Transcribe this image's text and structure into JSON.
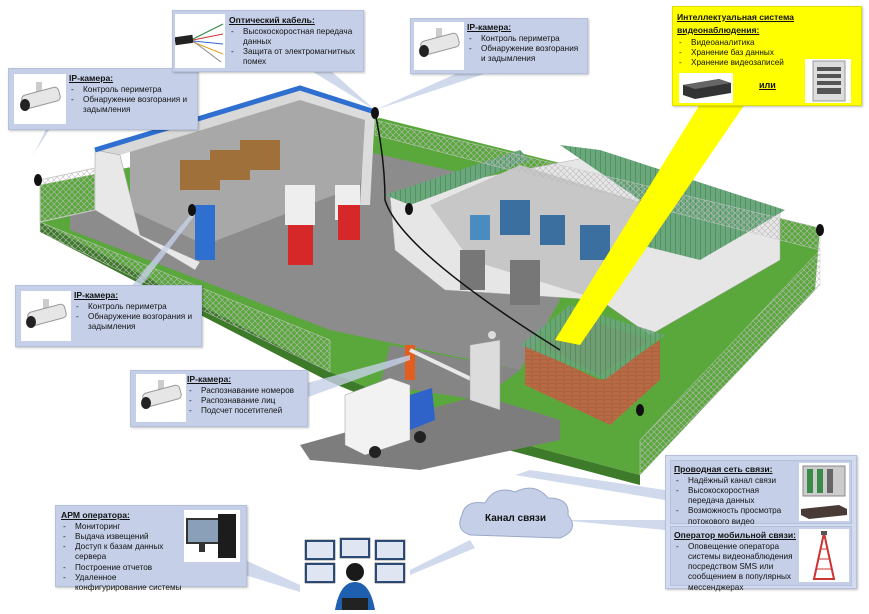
{
  "callouts": {
    "camera_top_left": {
      "title": "IP-камера:",
      "items": [
        "Контроль периметра",
        "Обнаружение возгорания и задымления"
      ],
      "icon": "ip-camera-icon"
    },
    "optical_cable": {
      "title": "Оптический кабель:",
      "items": [
        "Высокоскоростная передача данных",
        "Защита от электромагнитных помех"
      ],
      "icon": "fiber-cable-icon"
    },
    "camera_top_right": {
      "title": "IP-камера:",
      "items": [
        "Контроль периметра",
        "Обнаружение возгорания и задымления"
      ],
      "icon": "ip-camera-icon"
    },
    "intelligent_system": {
      "title": "Интеллектуальная система видеонаблюдения:",
      "items": [
        "Видеоаналитика",
        "Хранение баз данных",
        "Хранение видеозаписей"
      ],
      "or_label": "или",
      "icon": "server-icon"
    },
    "camera_mid_left": {
      "title": "IP-камера:",
      "items": [
        "Контроль периметра",
        "Обнаружение возгорания и задымления"
      ],
      "icon": "ip-camera-icon"
    },
    "camera_gate": {
      "title": "IP-камера:",
      "items": [
        "Распознавание номеров",
        "Распознавание лиц",
        "Подсчет посетителей"
      ],
      "icon": "ip-camera-icon"
    },
    "wired_network": {
      "title": "Проводная сеть связи:",
      "items": [
        "Надёжный канал связи",
        "Высокоскоростная передача данных",
        "Возможность просмотра потокового видео"
      ],
      "icon": "network-equipment-icon"
    },
    "mobile_operator": {
      "title": "Оператор мобильной связи:",
      "items": [
        "Оповещение оператора системы видеонаблюдения посредством SMS или сообщением в популярных мессенджерах"
      ],
      "icon": "cell-tower-icon"
    },
    "operator_workstation": {
      "title": "АРМ оператора:",
      "items": [
        "Мониторинг",
        "Выдача извещений",
        "Доступ к базам данных сервера",
        "Построение отчетов",
        "Удаленное конфигурирование системы"
      ],
      "icon": "workstation-icon"
    }
  },
  "cloud": {
    "label": "Канал связи"
  },
  "colors": {
    "callout_bg": "#c5d0e8",
    "highlight": "#ffff00",
    "grass": "#5aa83c",
    "roof": "#5a9a6a",
    "accent_blue": "#2f6fd0"
  }
}
